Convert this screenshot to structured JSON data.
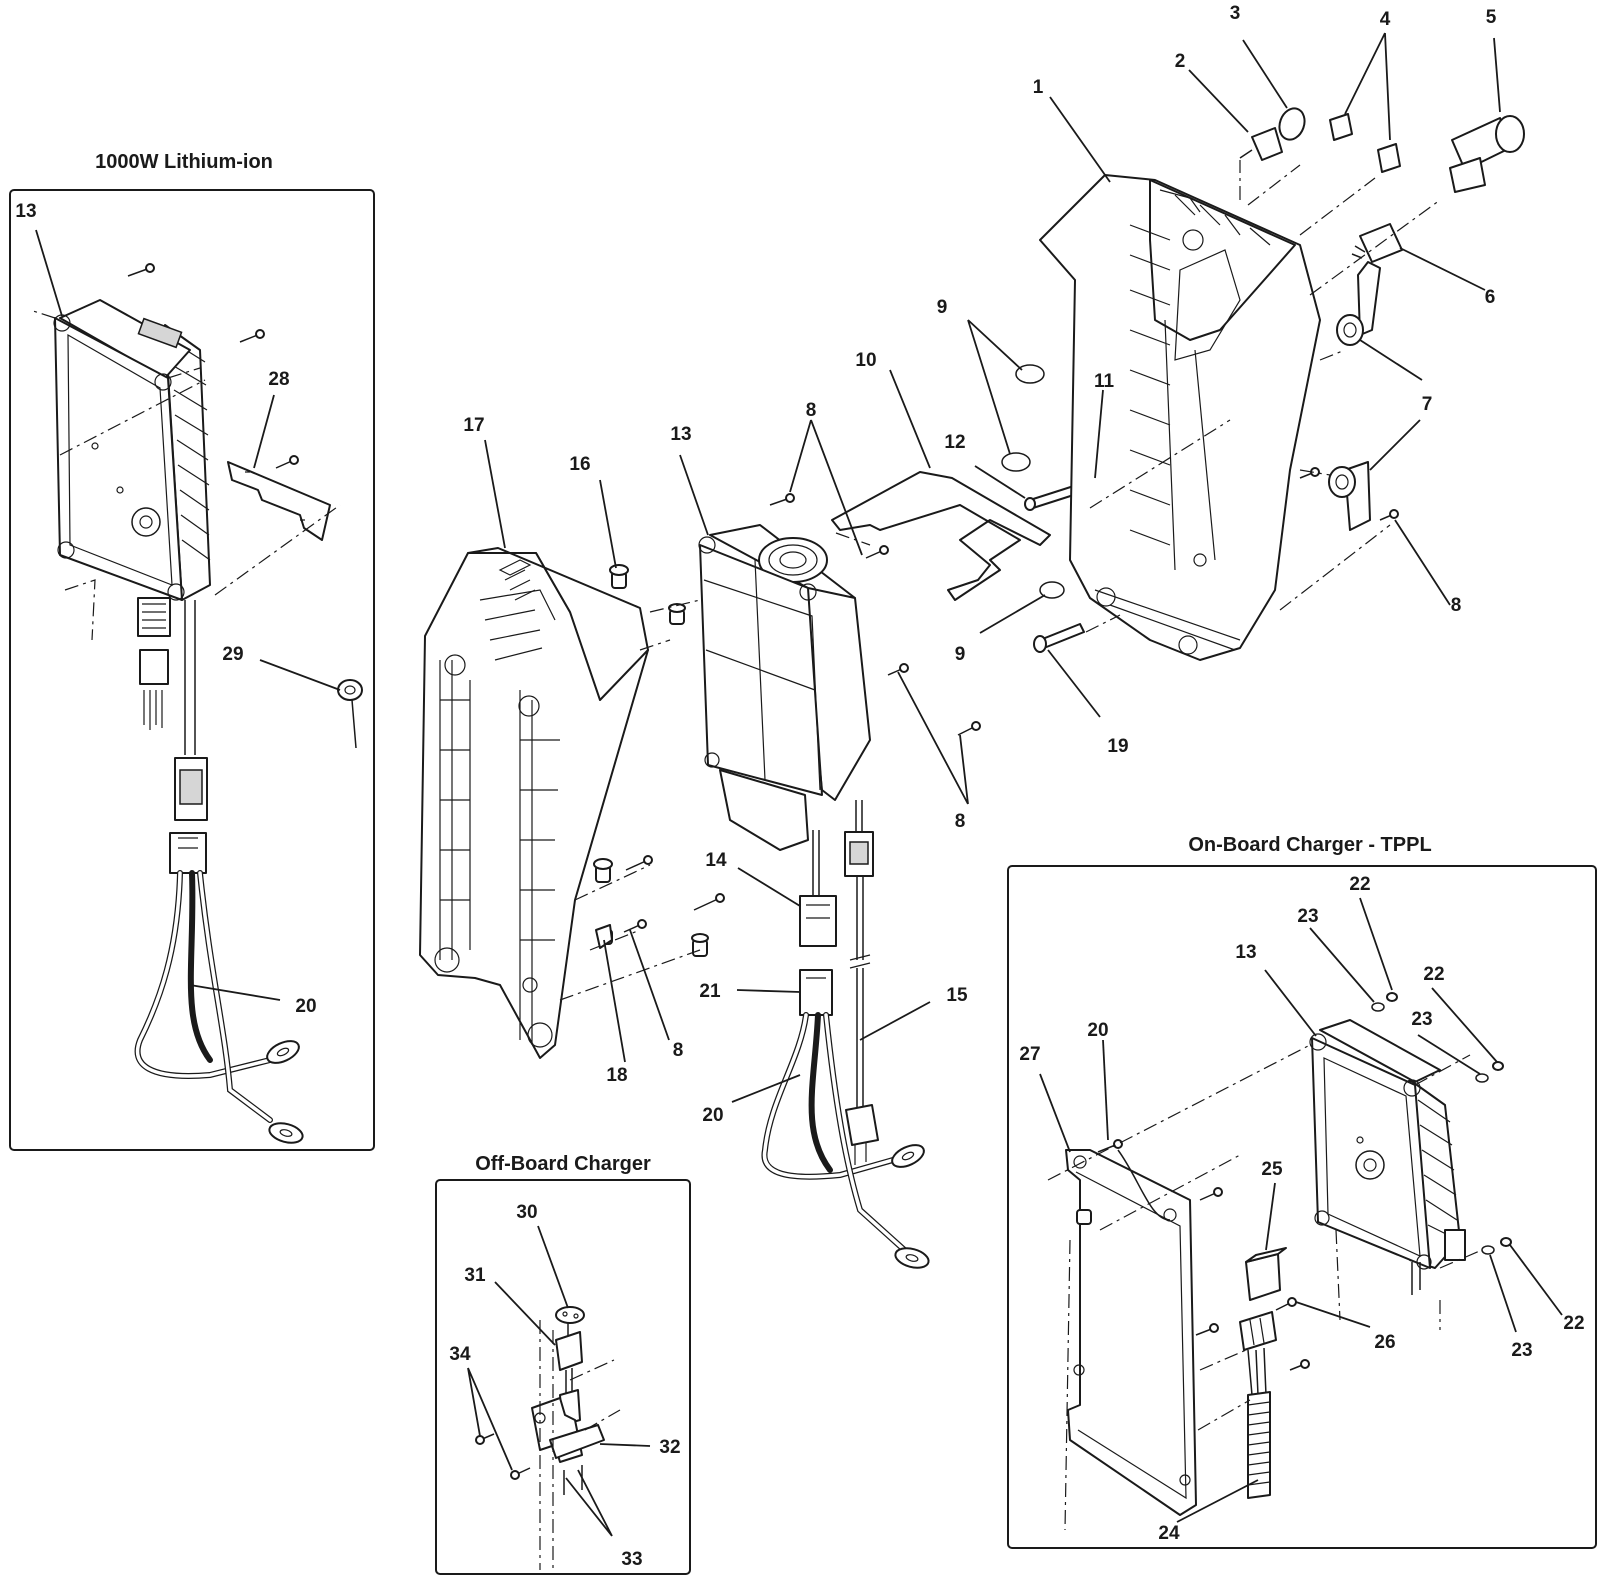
{
  "panels": {
    "lithium": {
      "title": "1000W Lithium-ion"
    },
    "offboard": {
      "title": "Off-Board Charger"
    },
    "onboard": {
      "title": "On-Board Charger - TPPL"
    }
  },
  "callouts": {
    "c1": "1",
    "c2": "2",
    "c3": "3",
    "c4a": "4",
    "c5": "5",
    "c6": "6",
    "c7a": "7",
    "c7b": "7",
    "c8a": "8",
    "c8b": "8",
    "c8c": "8",
    "c8d": "8",
    "c8e": "8",
    "c9a": "9",
    "c9b": "9",
    "c10": "10",
    "c11": "11",
    "c12": "12",
    "c13a": "13",
    "c13b": "13",
    "c13c": "13",
    "c14": "14",
    "c15": "15",
    "c16": "16",
    "c17": "17",
    "c18": "18",
    "c19": "19",
    "c20a": "20",
    "c20b": "20",
    "c20c": "20",
    "c21": "21",
    "c22a": "22",
    "c22b": "22",
    "c22c": "22",
    "c23a": "23",
    "c23b": "23",
    "c23c": "23",
    "c24": "24",
    "c25": "25",
    "c26": "26",
    "c27": "27",
    "c28": "28",
    "c29": "29",
    "c30": "30",
    "c31": "31",
    "c32": "32",
    "c33": "33",
    "c34": "34"
  }
}
